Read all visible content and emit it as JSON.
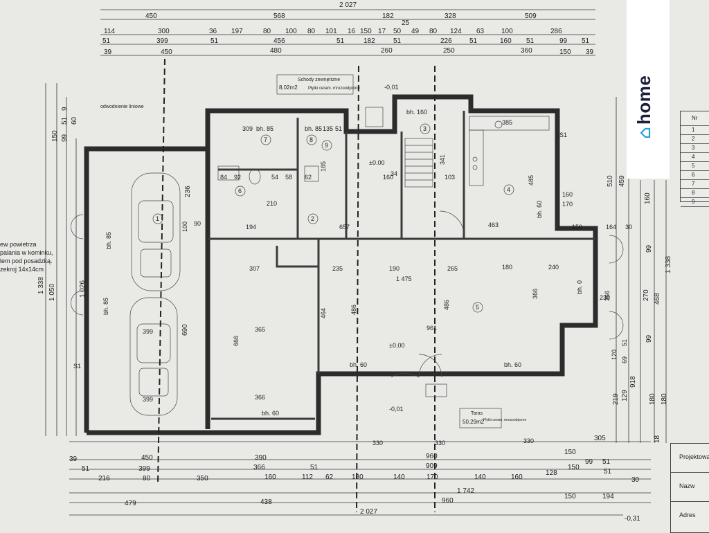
{
  "logo": {
    "brand": "home",
    "accent": "#2aa0d8",
    "icon": "house-outline-icon"
  },
  "title_block": {
    "row1": "Projektowa",
    "row2": "Nazw",
    "row3": "Adres"
  },
  "legend_table": {
    "rows": [
      "Nr",
      "1",
      "2",
      "3",
      "4",
      "5",
      "6",
      "7",
      "8",
      "9"
    ]
  },
  "notes": {
    "air_line1": "ew powietrza",
    "air_line2": "palania w kominku,",
    "air_line3": "lem pod posadzką.",
    "air_line4": "zekroj 14x14cm",
    "vent": "odwodnienie liniowe",
    "stairs_title": "Schody zewnętrzne",
    "stairs_area": "8,02m2",
    "stairs_finish": "Płytki ceram. mrozoodporne",
    "terrace_title": "Taras",
    "terrace_area": "50,29m2",
    "terrace_finish": "Płytki ceram. mrozoodporne"
  },
  "dims_top": [
    {
      "t": "2 027"
    },
    {
      "t": "450"
    },
    {
      "t": "568"
    },
    {
      "t": "182"
    },
    {
      "t": "328"
    },
    {
      "t": "509"
    },
    {
      "t": "114"
    },
    {
      "t": "300"
    },
    {
      "t": "36"
    },
    {
      "t": "197"
    },
    {
      "t": "80"
    },
    {
      "t": "100"
    },
    {
      "t": "80"
    },
    {
      "t": "101"
    },
    {
      "t": "16"
    },
    {
      "t": "150"
    },
    {
      "t": "17"
    },
    {
      "t": "50"
    },
    {
      "t": "49"
    },
    {
      "t": "80"
    },
    {
      "t": "124"
    },
    {
      "t": "63"
    },
    {
      "t": "100"
    },
    {
      "t": "286"
    },
    {
      "t": "25"
    },
    {
      "t": "51"
    },
    {
      "t": "399"
    },
    {
      "t": "51"
    },
    {
      "t": "456"
    },
    {
      "t": "51"
    },
    {
      "t": "182"
    },
    {
      "t": "51"
    },
    {
      "t": "226"
    },
    {
      "t": "51"
    },
    {
      "t": "160"
    },
    {
      "t": "51"
    },
    {
      "t": "99"
    },
    {
      "t": "51"
    },
    {
      "t": "39"
    },
    {
      "t": "450"
    },
    {
      "t": "480"
    },
    {
      "t": "260"
    },
    {
      "t": "250"
    },
    {
      "t": "360"
    },
    {
      "t": "150"
    },
    {
      "t": "39"
    }
  ],
  "dims_bottom": [
    {
      "t": "305"
    },
    {
      "t": "39"
    },
    {
      "t": "450"
    },
    {
      "t": "390"
    },
    {
      "t": "960"
    },
    {
      "t": "150"
    },
    {
      "t": "99"
    },
    {
      "t": "51"
    },
    {
      "t": "51"
    },
    {
      "t": "399"
    },
    {
      "t": "366"
    },
    {
      "t": "51"
    },
    {
      "t": "909"
    },
    {
      "t": "150"
    },
    {
      "t": "51"
    },
    {
      "t": "216"
    },
    {
      "t": "80"
    },
    {
      "t": "350"
    },
    {
      "t": "160"
    },
    {
      "t": "112"
    },
    {
      "t": "62"
    },
    {
      "t": "180"
    },
    {
      "t": "140"
    },
    {
      "t": "170"
    },
    {
      "t": "140"
    },
    {
      "t": "160"
    },
    {
      "t": "128"
    },
    {
      "t": "30"
    },
    {
      "t": "1 742"
    },
    {
      "t": "479"
    },
    {
      "t": "438"
    },
    {
      "t": "960"
    },
    {
      "t": "150"
    },
    {
      "t": "194"
    },
    {
      "t": "2 027"
    },
    {
      "t": "-0,31"
    }
  ],
  "dims_left": [
    {
      "t": "1 338"
    },
    {
      "t": "1 050"
    },
    {
      "t": "1 026"
    },
    {
      "t": "690"
    },
    {
      "t": "236"
    },
    {
      "t": "150"
    },
    {
      "t": "99"
    },
    {
      "t": "51"
    },
    {
      "t": "60"
    },
    {
      "t": "9"
    }
  ],
  "dims_right": [
    {
      "t": "1 338"
    },
    {
      "t": "918"
    },
    {
      "t": "468"
    },
    {
      "t": "270"
    },
    {
      "t": "99"
    },
    {
      "t": "160"
    },
    {
      "t": "510"
    },
    {
      "t": "459"
    },
    {
      "t": "99"
    },
    {
      "t": "219"
    },
    {
      "t": "129"
    },
    {
      "t": "180"
    },
    {
      "t": "180"
    },
    {
      "t": "18"
    }
  ],
  "interior": [
    {
      "t": "309"
    },
    {
      "t": "bh. 85"
    },
    {
      "t": "bh. 85"
    },
    {
      "t": "135"
    },
    {
      "t": "51"
    },
    {
      "t": "bh. 160"
    },
    {
      "t": "bh. 60"
    },
    {
      "t": "bh. 85"
    },
    {
      "t": "bh. 85"
    },
    {
      "t": "bh. 0"
    },
    {
      "t": "bh. 60"
    },
    {
      "t": "bh. 60"
    },
    {
      "t": "bh. 60"
    },
    {
      "t": "S1"
    },
    {
      "t": "S1"
    },
    {
      "t": "385"
    },
    {
      "t": "485"
    },
    {
      "t": "160"
    },
    {
      "t": "170"
    },
    {
      "t": "±0.00"
    },
    {
      "t": "±0,00"
    },
    {
      "t": "-0,01"
    },
    {
      "t": "-0,01"
    },
    {
      "t": "657"
    },
    {
      "t": "463"
    },
    {
      "t": "307"
    },
    {
      "t": "235"
    },
    {
      "t": "190"
    },
    {
      "t": "265"
    },
    {
      "t": "180"
    },
    {
      "t": "240"
    },
    {
      "t": "1 475"
    },
    {
      "t": "399"
    },
    {
      "t": "365"
    },
    {
      "t": "666"
    },
    {
      "t": "464"
    },
    {
      "t": "486"
    },
    {
      "t": "486"
    },
    {
      "t": "366"
    },
    {
      "t": "399"
    },
    {
      "t": "366"
    },
    {
      "t": "961"
    },
    {
      "t": "194"
    },
    {
      "t": "210"
    },
    {
      "t": "90"
    },
    {
      "t": "100"
    },
    {
      "t": "185"
    },
    {
      "t": "62"
    },
    {
      "t": "54"
    },
    {
      "t": "58"
    },
    {
      "t": "84"
    },
    {
      "t": "92"
    },
    {
      "t": "341"
    },
    {
      "t": "103"
    },
    {
      "t": "160"
    },
    {
      "t": "34"
    },
    {
      "t": "330"
    },
    {
      "t": "330"
    },
    {
      "t": "330"
    },
    {
      "t": "150"
    },
    {
      "t": "164"
    },
    {
      "t": "30"
    },
    {
      "t": "230"
    },
    {
      "t": "366"
    },
    {
      "t": "120"
    },
    {
      "t": "51"
    },
    {
      "t": "69"
    }
  ],
  "rooms": [
    {
      "n": "1"
    },
    {
      "n": "2"
    },
    {
      "n": "3"
    },
    {
      "n": "4"
    },
    {
      "n": "5"
    },
    {
      "n": "6"
    },
    {
      "n": "7"
    },
    {
      "n": "8"
    },
    {
      "n": "9"
    }
  ]
}
